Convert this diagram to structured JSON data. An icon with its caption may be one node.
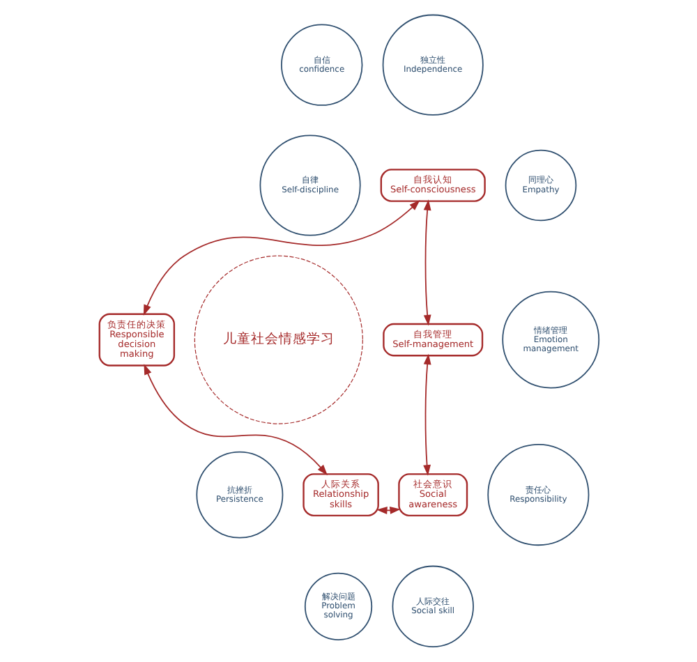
{
  "diagram": {
    "nodes": [
      {
        "text": [
          "自信",
          "confidence"
        ]
      },
      {
        "text": [
          "独立性",
          "Independence"
        ]
      },
      {
        "text": [
          "自律",
          "Self-discipline"
        ]
      },
      {
        "text": [
          "自我认知",
          "Self-consciousness"
        ]
      },
      {
        "text": [
          "同理心",
          "Empathy"
        ]
      },
      {
        "text": [
          "负责任的决策",
          "Responsible decision making"
        ]
      },
      {
        "text": [
          "儿童社会情感学习"
        ]
      },
      {
        "text": [
          "自我管理",
          "Self-management"
        ]
      },
      {
        "text": [
          "情绪管理",
          "Emotion management"
        ]
      },
      {
        "text": [
          "抗挫折",
          "Persistence"
        ]
      },
      {
        "text": [
          "人际关系",
          "Relationship skills"
        ]
      },
      {
        "text": [
          "社会意识",
          "Social awareness"
        ]
      },
      {
        "text": [
          "责任心",
          "Responsibility"
        ]
      },
      {
        "text": [
          "解决问题",
          "Problem solving"
        ]
      },
      {
        "text": [
          "人际交往",
          "Social skill"
        ]
      }
    ],
    "edges": [
      {
        "from": 3,
        "to": 7,
        "arrow": "both"
      },
      {
        "from": 7,
        "to": 11,
        "arrow": "both"
      },
      {
        "from": 11,
        "to": 10,
        "arrow": "both"
      },
      {
        "from": 10,
        "to": 5,
        "arrow": "both"
      },
      {
        "from": 5,
        "to": 3,
        "arrow": "both"
      }
    ]
  }
}
